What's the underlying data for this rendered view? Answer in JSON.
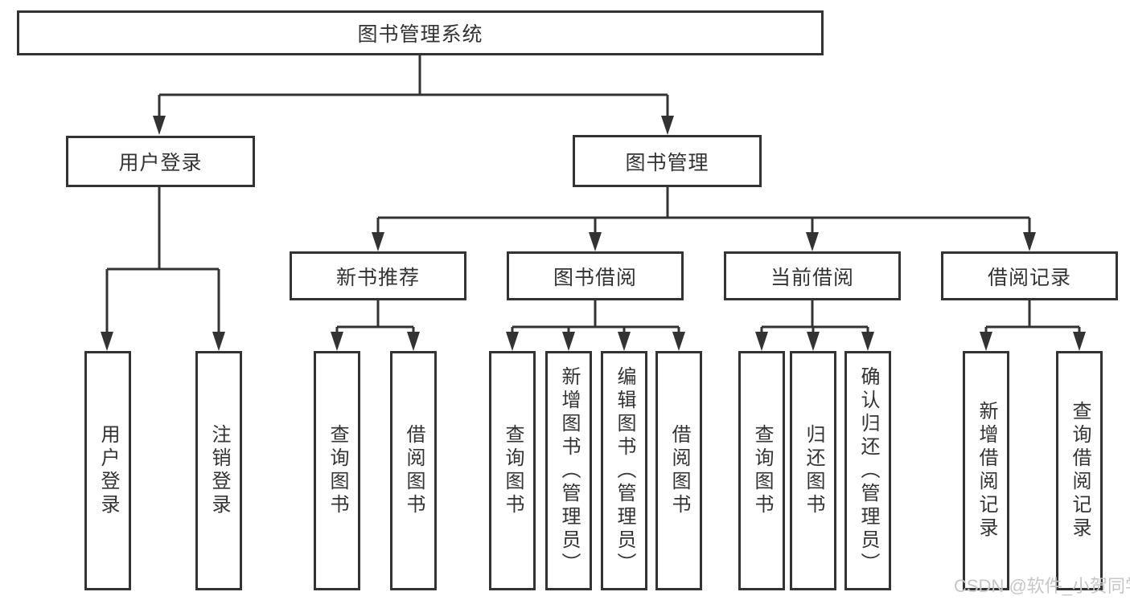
{
  "nodes": {
    "root": {
      "label": "图书管理系统"
    },
    "level2": {
      "user_login": {
        "label": "用户登录"
      },
      "book_management": {
        "label": "图书管理"
      }
    },
    "level3": {
      "new_book_recommend": {
        "label": "新书推荐"
      },
      "book_borrow": {
        "label": "图书借阅"
      },
      "current_borrow": {
        "label": "当前借阅"
      },
      "borrow_records": {
        "label": "借阅记录"
      }
    },
    "level4": {
      "user_login": [
        "用户登录",
        "注销登录"
      ],
      "new_book_recommend": [
        "查询图书",
        "借阅图书"
      ],
      "book_borrow": [
        "查询图书",
        "新增图书（管理员）",
        "编辑图书（管理员）",
        "借阅图书"
      ],
      "current_borrow": [
        "查询图书",
        "归还图书",
        "确认归还（管理员）"
      ],
      "borrow_records": [
        "新增借阅记录",
        "查询借阅记录"
      ]
    }
  },
  "watermark": {
    "text": "CSDN @软件_小贺同学",
    "color": "#c6c6c6"
  },
  "colors": {
    "line": "#333333",
    "text": "#333333",
    "box_background": "#ffffff"
  }
}
